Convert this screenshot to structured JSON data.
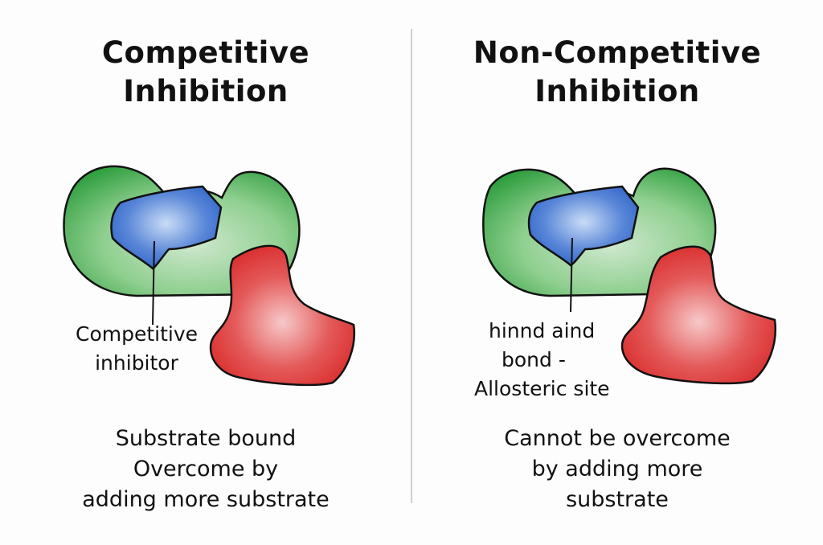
{
  "colors": {
    "enzyme": "#2e9e3e",
    "substrate": "#2f64c9",
    "inhibitor": "#dd2c2c"
  },
  "left": {
    "title_line1": "Competitive",
    "title_line2": "Inhibition",
    "label_line1": "Competitive",
    "label_line2": "inhibitor",
    "caption_line1": "Substrate bound",
    "caption_line2": "Overcome by",
    "caption_line3": "adding more substrate"
  },
  "right": {
    "title_line1": "Non-Competitive",
    "title_line2": "Inhibition",
    "label_line1": "hinnd aind",
    "label_line2": "bond -",
    "label_line3": "Allosteric site",
    "caption_line1": "Cannot be overcome",
    "caption_line2": "by adding more",
    "caption_line3": "substrate"
  }
}
